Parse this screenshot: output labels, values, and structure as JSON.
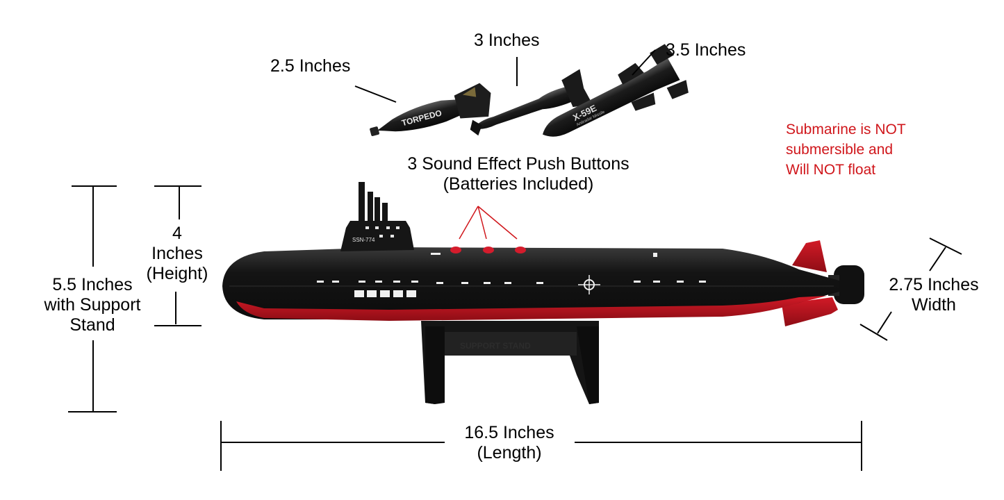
{
  "labels": {
    "torpedo_length": "2.5 Inches",
    "bomb_length": "3 Inches",
    "missile_length": "3.5 Inches",
    "buttons": {
      "line1": "3 Sound Effect Push Buttons",
      "line2": "(Batteries Included)"
    },
    "warning": {
      "line1": "Submarine is NOT",
      "line2": "submersible and",
      "line3": "Will NOT float"
    },
    "height": {
      "line1": "4",
      "line2": "Inches",
      "line3": "(Height)"
    },
    "stand_height": {
      "line1": "5.5 Inches",
      "line2": "with Support",
      "line3": "Stand"
    },
    "width": {
      "line1": "2.75 Inches",
      "line2": "Width"
    },
    "length": {
      "line1": "16.5 Inches",
      "line2": "(Length)"
    }
  },
  "product_markings": {
    "hull_number": "SSN-774",
    "torpedo_text": "TORPEDO",
    "missile_text": "X-59E",
    "missile_subtext": "Antiradar Missile",
    "stand_text": "SUPPORT STAND"
  },
  "colors": {
    "hull_black": "#141414",
    "hull_red": "#c1121f",
    "warning_red": "#d0161b"
  }
}
